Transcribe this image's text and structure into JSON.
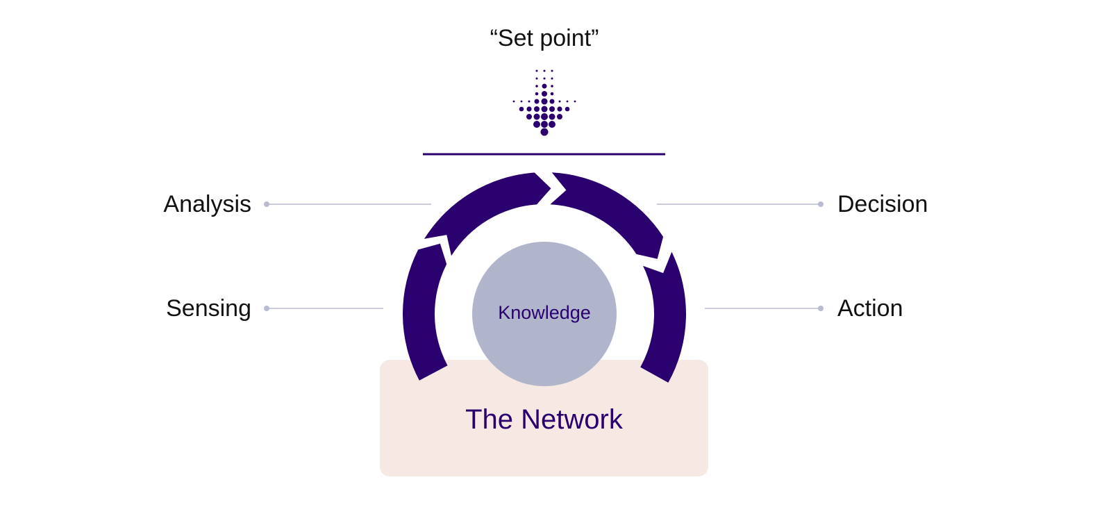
{
  "setpoint": {
    "label": "“Set point”"
  },
  "stages": {
    "analysis": "Analysis",
    "decision": "Decision",
    "sensing": "Sensing",
    "action": "Action"
  },
  "center": {
    "label": "Knowledge"
  },
  "base": {
    "label": "The Network"
  },
  "colors": {
    "primary": "#2a006e",
    "knowledge": "#b1b5cc",
    "network": "#f6e8e3",
    "connector": "#b9bbd2"
  }
}
